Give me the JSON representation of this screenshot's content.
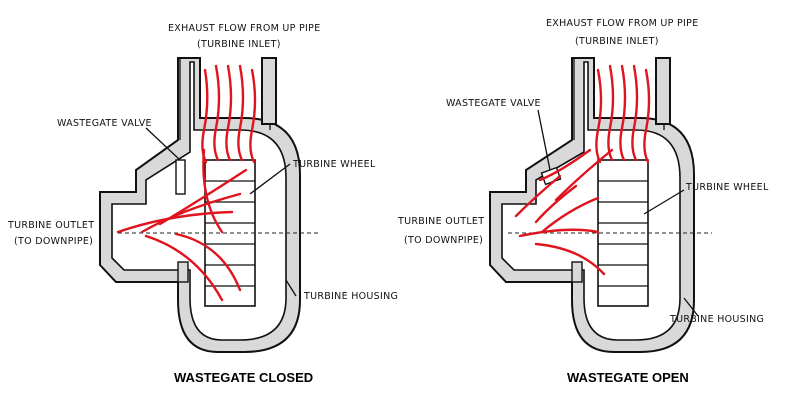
{
  "colors": {
    "flow": "#e0141e",
    "housing": "#d9d9d9",
    "outline": "#111111"
  },
  "closed": {
    "inlet_label_line1": "EXHAUST FLOW FROM UP PIPE",
    "inlet_label_line2": "(TURBINE INLET)",
    "valve_label": "WASTEGATE VALVE",
    "wheel_label": "TURBINE WHEEL",
    "outlet_label_line1": "TURBINE OUTLET",
    "outlet_label_line2": "(TO DOWNPIPE)",
    "housing_label": "TURBINE HOUSING",
    "caption": "WASTEGATE CLOSED"
  },
  "open": {
    "inlet_label_line1": "EXHAUST FLOW FROM UP PIPE",
    "inlet_label_line2": "(TURBINE INLET)",
    "valve_label": "WASTEGATE VALVE",
    "wheel_label": "TURBINE WHEEL",
    "outlet_label_line1": "TURBINE OUTLET",
    "outlet_label_line2": "(TO DOWNPIPE)",
    "housing_label": "TURBINE HOUSING",
    "caption": "WASTEGATE OPEN"
  }
}
